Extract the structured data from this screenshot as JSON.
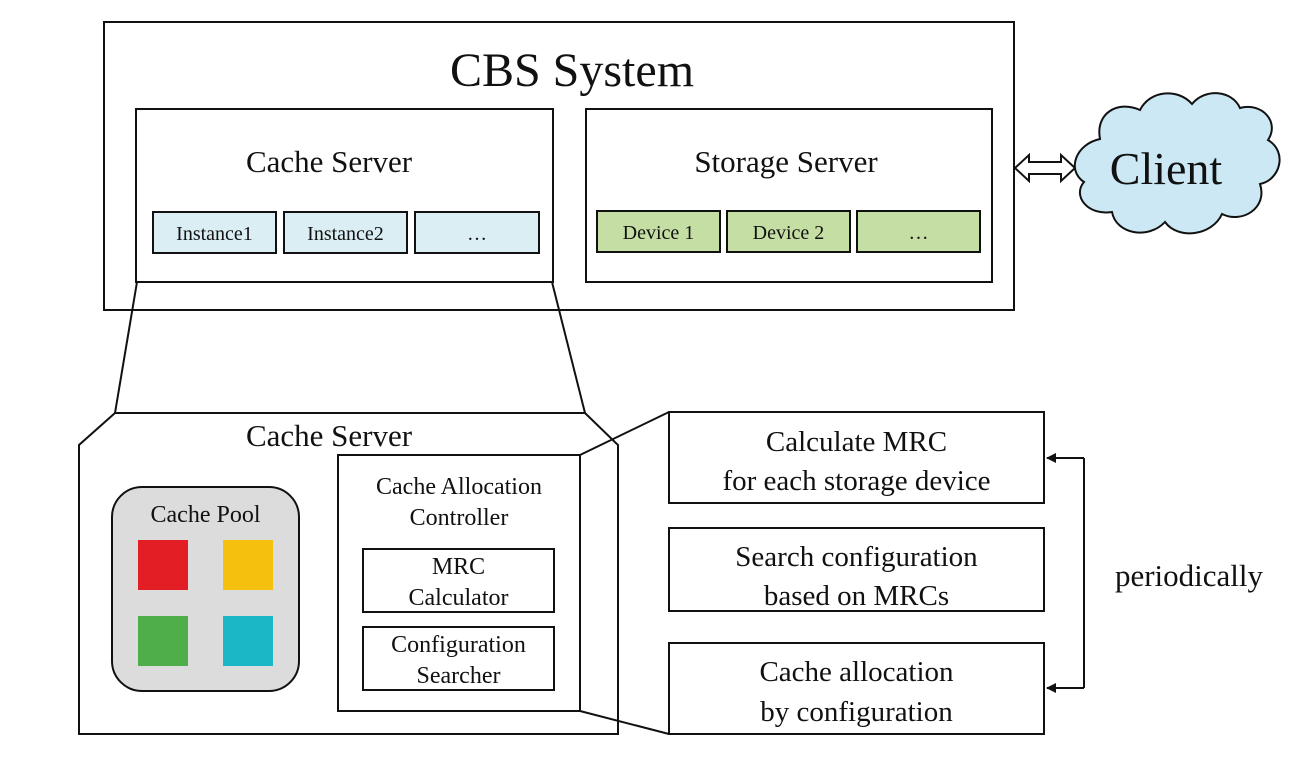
{
  "system": {
    "title": "CBS System"
  },
  "cache_server": {
    "title": "Cache Server",
    "instances": [
      "Instance1",
      "Instance2",
      "…"
    ]
  },
  "storage_server": {
    "title": "Storage Server",
    "devices": [
      "Device 1",
      "Device 2",
      "…"
    ]
  },
  "client": {
    "label": "Client"
  },
  "detail": {
    "title": "Cache Server",
    "cache_pool": {
      "label": "Cache Pool"
    },
    "controller": {
      "title_line1": "Cache Allocation",
      "title_line2": "Controller",
      "mrc_calculator": {
        "line1": "MRC",
        "line2": "Calculator"
      },
      "configuration_searcher": {
        "line1": "Configuration",
        "line2": "Searcher"
      }
    }
  },
  "steps": [
    {
      "line1": "Calculate MRC",
      "line2": "for each storage device"
    },
    {
      "line1": "Search configuration",
      "line2": "based on MRCs"
    },
    {
      "line1": "Cache allocation",
      "line2": "by configuration"
    }
  ],
  "periodic_label": "periodically",
  "colors": {
    "instance_fill": "#daeef3",
    "device_fill": "#c4dea4",
    "cloud_fill": "#cce8f4",
    "pool_fill": "#dcdcdc",
    "block_red": "#e31e24",
    "block_yellow": "#f5c10e",
    "block_green": "#4fae4a",
    "block_cyan": "#1cb7c6"
  }
}
